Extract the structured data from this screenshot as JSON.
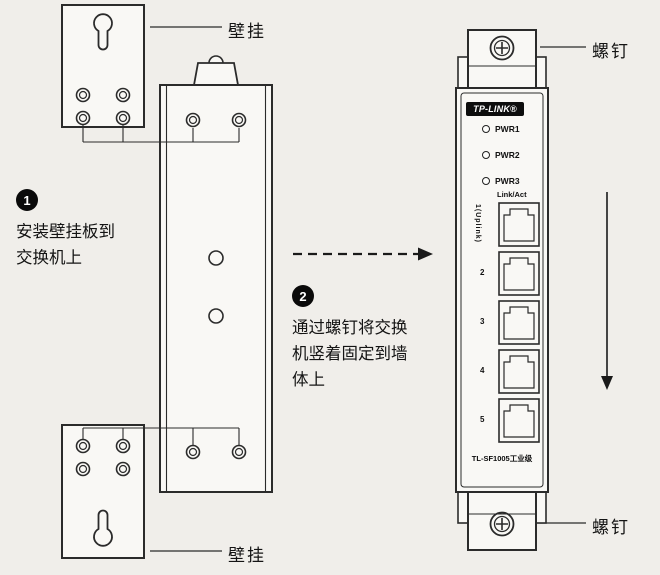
{
  "colors": {
    "background": "#f0eeea",
    "line": "#2b2b2b",
    "shape_fill": "#f9f8f5",
    "badge_bg": "#0a0a0a",
    "badge_text": "#ffffff"
  },
  "callouts": {
    "wall_mount_top": "壁挂",
    "wall_mount_bottom": "壁挂",
    "screw_top": "螺钉",
    "screw_bottom": "螺钉"
  },
  "steps": [
    {
      "number": "1",
      "lines": [
        "安装壁挂板到",
        "交换机上"
      ]
    },
    {
      "number": "2",
      "lines": [
        "通过螺钉将交换",
        "机竖着固定到墙",
        "体上"
      ]
    }
  ],
  "device": {
    "brand": "TP-LINK®",
    "leds": [
      "PWR1",
      "PWR2",
      "PWR3"
    ],
    "link_act_label": "Link/Act",
    "port_labels": [
      "1(Uplink)",
      "2",
      "3",
      "4",
      "5"
    ],
    "model": "TL-SF1005工业级"
  }
}
